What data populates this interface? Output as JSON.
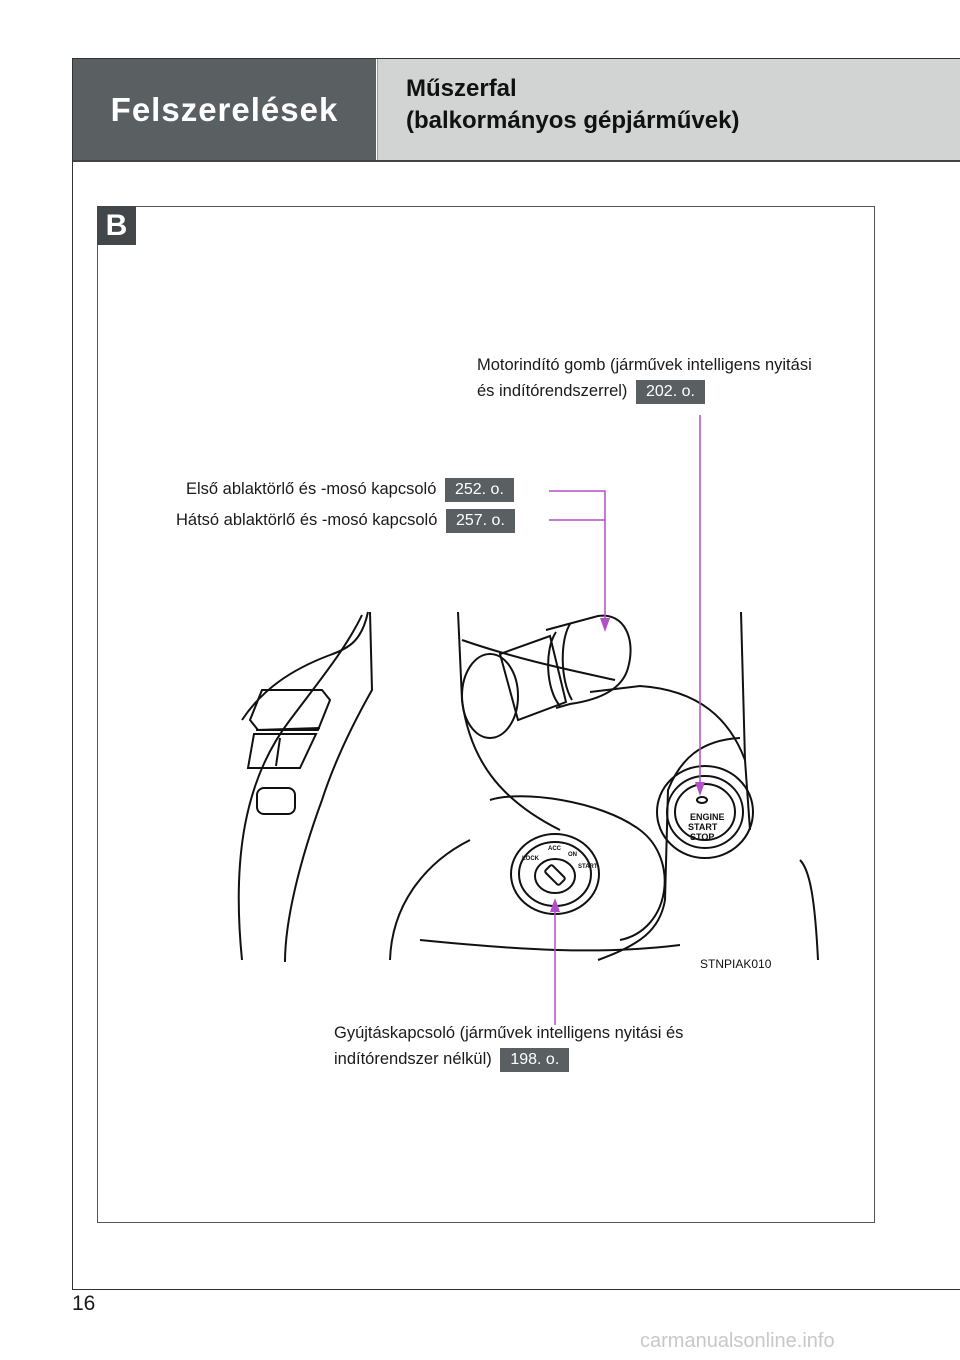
{
  "header": {
    "section": "Felszerelések",
    "title_line1": "Műszerfal",
    "title_line2": "(balkormányos gépjárművek)"
  },
  "panel_badge": "B",
  "labels": {
    "engine_button_line1": "Motorindító gomb (járművek intelligens nyitási",
    "engine_button_line2": "és indítórendszerrel)",
    "engine_button_ref": "202. o.",
    "front_wiper": "Első ablaktörlő és -mosó kapcsoló",
    "front_wiper_ref": "252. o.",
    "rear_wiper": "Hátsó ablaktörlő és -mosó kapcsoló",
    "rear_wiper_ref": "257. o.",
    "ignition_line1": "Gyújtáskapcsoló (járművek intelligens nyitási és",
    "ignition_line2": "indítórendszer nélkül)",
    "ignition_ref": "198. o."
  },
  "illustration": {
    "code": "STNPIAK010",
    "button_text": [
      "ENGINE",
      "START",
      "STOP"
    ],
    "ignition_positions": [
      "LOCK",
      "ACC",
      "ON",
      "START"
    ],
    "leader_color": "#b24fc8"
  },
  "page_number": "16",
  "watermark": "carmanualsonline.info"
}
